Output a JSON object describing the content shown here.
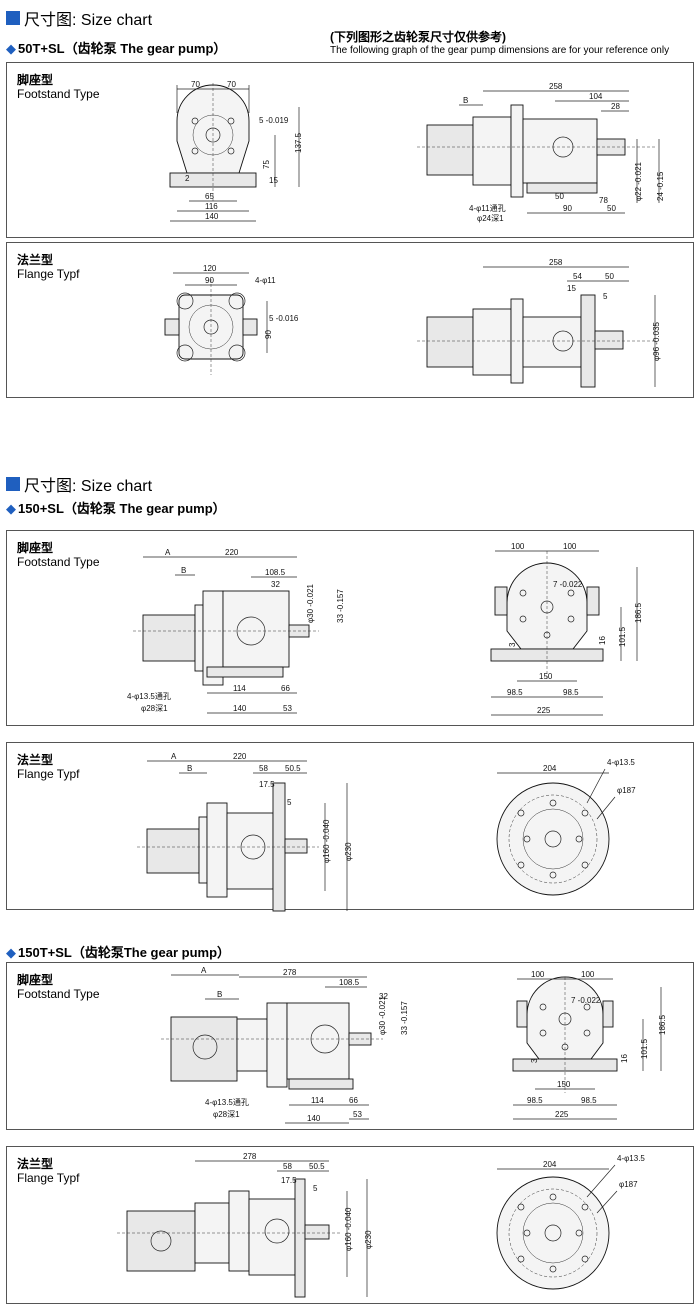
{
  "sections": [
    {
      "title": "尺寸图: Size chart",
      "subtitle": "50T+SL（齿轮泵 The gear pump）",
      "note_cn": "(下列图形之齿轮泵尺寸仅供参考)",
      "note_en": "The following graph of the gear pump dimensions are for your reference only",
      "footstand": {
        "label_cn": "脚座型",
        "label_en": "Footstand Type",
        "front": [
          "70",
          "70",
          "5 -0.019",
          "137.5",
          "75",
          "15",
          "2",
          "65",
          "116",
          "140"
        ],
        "side": [
          "258",
          "104",
          "28",
          "B",
          "50",
          "78",
          "90",
          "50",
          "4-φ11通孔",
          "φ24深1",
          "φ22 -0.021",
          "24 -0.15"
        ]
      },
      "flange": {
        "label_cn": "法兰型",
        "label_en": "Flange Typf",
        "front": [
          "120",
          "90",
          "4-φ11",
          "5 -0.016",
          "90"
        ],
        "side": [
          "258",
          "54",
          "50",
          "15",
          "5",
          "φ96 -0.035"
        ]
      }
    },
    {
      "title": "尺寸图: Size chart",
      "subtitle": "150+SL（齿轮泵 The gear pump）",
      "footstand": {
        "label_cn": "脚座型",
        "label_en": "Footstand Type",
        "side": [
          "A",
          "B",
          "220",
          "108.5",
          "32",
          "φ30 -0.021",
          "33 -0.157",
          "114",
          "66",
          "140",
          "53",
          "4-φ13.5通孔",
          "φ28深1"
        ],
        "front": [
          "100",
          "100",
          "7 -0.022",
          "186.5",
          "101.5",
          "16",
          "3",
          "150",
          "98.5",
          "98.5",
          "225"
        ]
      },
      "flange": {
        "label_cn": "法兰型",
        "label_en": "Flange Typf",
        "side": [
          "A",
          "B",
          "220",
          "58",
          "50.5",
          "17.5",
          "5",
          "φ160 -0.040",
          "φ230"
        ],
        "front": [
          "204",
          "4-φ13.5",
          "φ187"
        ]
      }
    },
    {
      "subtitle": "150T+SL（齿轮泵The gear pump）",
      "footstand": {
        "label_cn": "脚座型",
        "label_en": "Footstand Type",
        "side": [
          "A",
          "B",
          "278",
          "108.5",
          "32",
          "φ30 -0.021",
          "33 -0.157",
          "114",
          "66",
          "140",
          "53",
          "4-φ13.5通孔",
          "φ28深1"
        ],
        "front": [
          "100",
          "100",
          "7 -0.022",
          "186.5",
          "101.5",
          "16",
          "3",
          "150",
          "98.5",
          "98.5",
          "225"
        ]
      },
      "flange": {
        "label_cn": "法兰型",
        "label_en": "Flange Typf",
        "side": [
          "278",
          "58",
          "50.5",
          "17.5",
          "5",
          "φ160 -0.040",
          "φ230"
        ],
        "front": [
          "204",
          "4-φ13.5",
          "φ187"
        ]
      }
    }
  ]
}
